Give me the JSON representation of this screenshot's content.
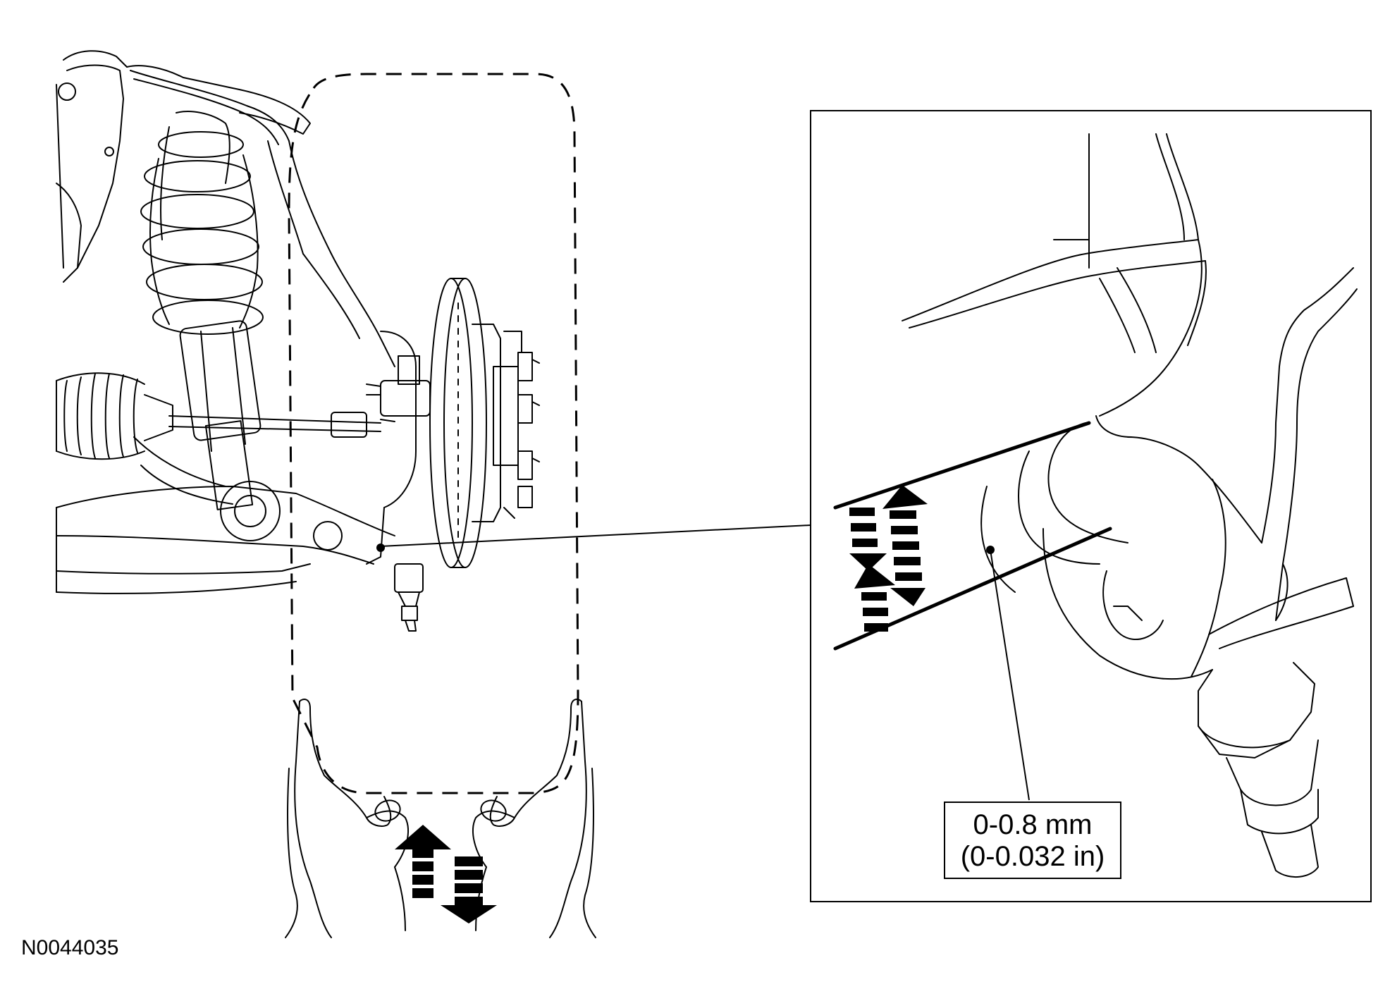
{
  "figure": {
    "id_label": "N0044035"
  },
  "callout": {
    "measurement_metric": "0-0.8 mm",
    "measurement_imperial": "(0-0.032 in)"
  },
  "colors": {
    "line": "#000000",
    "background": "#ffffff"
  }
}
